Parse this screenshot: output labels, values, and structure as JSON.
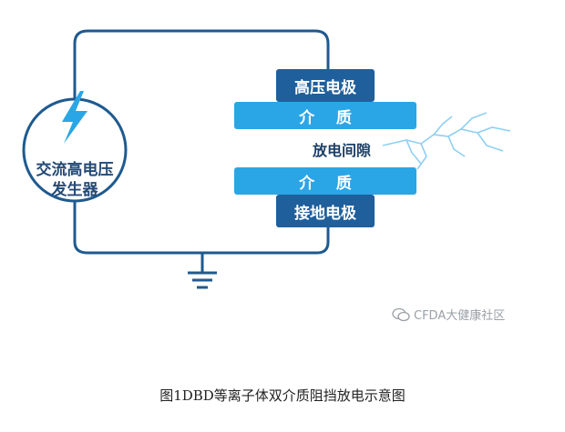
{
  "generator": {
    "line1": "交流高电压",
    "line2": "发生器"
  },
  "electrodes": {
    "high_voltage": "高压电极",
    "dielectric_top": "介    质",
    "discharge_gap": "放电间隙",
    "dielectric_bottom": "介    质",
    "ground": "接地电极"
  },
  "watermark": "CFDA大健康社区",
  "caption": "图1DBD等离子体双介质阻挡放电示意图",
  "colors": {
    "wire": "#1f5a8f",
    "dark_electrode": "#1f5f9c",
    "dielectric": "#2aa6e6",
    "lightning": "#8fd0f2"
  },
  "icons": {
    "generator": "lightning-bolt-icon",
    "ground": "ground-symbol-icon",
    "watermark": "wechat-icon"
  }
}
